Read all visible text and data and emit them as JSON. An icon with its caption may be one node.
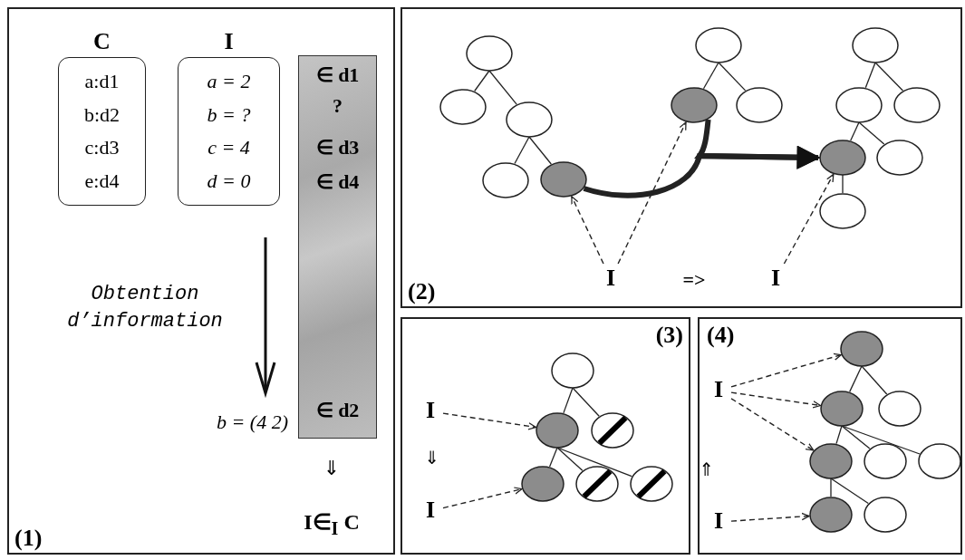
{
  "diagram": {
    "nodes": [
      {
        "text": [
          "(1)"
        ]
      },
      {
        "text": [
          "C",
          "a:d1",
          "b:d2",
          "c:d3",
          "e:d4"
        ],
        "in": 0
      },
      {
        "text": [
          "I",
          "a = 2",
          "b = ?",
          "c = 4",
          "d = 0"
        ],
        "in": 0
      },
      {
        "text": [
          "∈ d1",
          "?",
          "∈ d3",
          "∈ d4",
          "∈ d2"
        ],
        "in": 0
      },
      {
        "text": [
          "(2)"
        ]
      },
      {
        "text": [],
        "shape": "circle",
        "in": 4
      },
      {
        "text": [],
        "shape": "circle",
        "in": 4
      },
      {
        "text": [],
        "shape": "circle",
        "in": 4
      },
      {
        "text": [],
        "shape": "circle",
        "in": 4
      },
      {
        "text": [],
        "shape": "circle",
        "in": 4
      },
      {
        "text": [],
        "shape": "circle",
        "in": 4
      },
      {
        "text": [],
        "shape": "circle",
        "in": 4
      },
      {
        "text": [],
        "shape": "circle",
        "in": 4
      },
      {
        "text": [],
        "shape": "circle",
        "in": 4
      },
      {
        "text": [],
        "shape": "circle",
        "in": 4
      },
      {
        "text": [],
        "shape": "circle",
        "in": 4
      },
      {
        "text": [],
        "shape": "circle",
        "in": 4
      },
      {
        "text": [],
        "shape": "circle",
        "in": 4
      },
      {
        "text": [],
        "shape": "circle",
        "in": 4
      },
      {
        "text": [
          "I"
        ],
        "in": 4
      },
      {
        "text": [
          "I"
        ],
        "in": 4
      },
      {
        "text": [
          "(3)"
        ]
      },
      {
        "text": [],
        "shape": "circle",
        "in": 21
      },
      {
        "text": [],
        "shape": "circle",
        "in": 21
      },
      {
        "text": [],
        "shape": "circle",
        "in": 21
      },
      {
        "text": [],
        "shape": "circle",
        "in": 21
      },
      {
        "text": [],
        "shape": "circle",
        "in": 21
      },
      {
        "text": [],
        "shape": "circle",
        "in": 21
      },
      {
        "text": [
          "I"
        ],
        "in": 21
      },
      {
        "text": [
          "I"
        ],
        "in": 21
      },
      {
        "text": [
          "(4)"
        ]
      },
      {
        "text": [],
        "shape": "circle",
        "in": 30
      },
      {
        "text": [],
        "shape": "circle",
        "in": 30
      },
      {
        "text": [],
        "shape": "circle",
        "in": 30
      },
      {
        "text": [],
        "shape": "circle",
        "in": 30
      },
      {
        "text": [],
        "shape": "circle",
        "in": 30
      },
      {
        "text": [],
        "shape": "circle",
        "in": 30
      },
      {
        "text": [],
        "shape": "circle",
        "in": 30
      },
      {
        "text": [],
        "shape": "circle",
        "in": 30
      },
      {
        "text": [
          "I"
        ],
        "in": 30
      },
      {
        "text": [
          "I"
        ],
        "in": 30
      }
    ],
    "edges": [
      {
        "from": 5,
        "to": 6,
        "arrow": "none"
      },
      {
        "from": 5,
        "to": 7,
        "arrow": "none"
      },
      {
        "from": 7,
        "to": 8,
        "arrow": "none"
      },
      {
        "from": 7,
        "to": 9,
        "arrow": "none"
      },
      {
        "from": 10,
        "to": 11,
        "arrow": "none"
      },
      {
        "from": 10,
        "to": 12,
        "arrow": "none"
      },
      {
        "from": 13,
        "to": 14,
        "arrow": "none"
      },
      {
        "from": 13,
        "to": 15,
        "arrow": "none"
      },
      {
        "from": 14,
        "to": 16,
        "arrow": "none"
      },
      {
        "from": 14,
        "to": 17,
        "arrow": "none"
      },
      {
        "from": 16,
        "to": 18,
        "arrow": "none"
      },
      {
        "from": 19,
        "to": 9,
        "arrow": "to",
        "style": "dashed"
      },
      {
        "from": 19,
        "to": 11,
        "arrow": "to",
        "style": "dashed"
      },
      {
        "from": 20,
        "to": 16,
        "arrow": "to",
        "style": "dashed"
      },
      {
        "from": 9,
        "to": 16,
        "arrow": "to",
        "style": "thick"
      },
      {
        "from": 11,
        "to": 16,
        "arrow": "to",
        "style": "thick"
      },
      {
        "from": 22,
        "to": 23,
        "arrow": "none"
      },
      {
        "from": 22,
        "to": 24,
        "arrow": "none"
      },
      {
        "from": 23,
        "to": 25,
        "arrow": "none"
      },
      {
        "from": 23,
        "to": 26,
        "arrow": "none"
      },
      {
        "from": 23,
        "to": 27,
        "arrow": "none"
      },
      {
        "from": 28,
        "to": 23,
        "arrow": "to",
        "style": "dashed"
      },
      {
        "from": 29,
        "to": 25,
        "arrow": "to",
        "style": "dashed"
      },
      {
        "from": 31,
        "to": 32,
        "arrow": "none"
      },
      {
        "from": 31,
        "to": 33,
        "arrow": "none"
      },
      {
        "from": 32,
        "to": 34,
        "arrow": "none"
      },
      {
        "from": 32,
        "to": 35,
        "arrow": "none"
      },
      {
        "from": 32,
        "to": 36,
        "arrow": "none"
      },
      {
        "from": 34,
        "to": 37,
        "arrow": "none"
      },
      {
        "from": 34,
        "to": 38,
        "arrow": "none"
      },
      {
        "from": 39,
        "to": 31,
        "arrow": "to",
        "style": "dashed"
      },
      {
        "from": 39,
        "to": 32,
        "arrow": "to",
        "style": "dashed"
      },
      {
        "from": 39,
        "to": 34,
        "arrow": "to",
        "style": "dashed"
      },
      {
        "from": 40,
        "to": 37,
        "arrow": "to",
        "style": "dashed"
      }
    ],
    "labels": [
      "Obtention d’information",
      "b = (4 2)",
      "⇓",
      "I∈$_{I}$ C",
      "=>",
      "⇓",
      "⇑"
    ]
  }
}
